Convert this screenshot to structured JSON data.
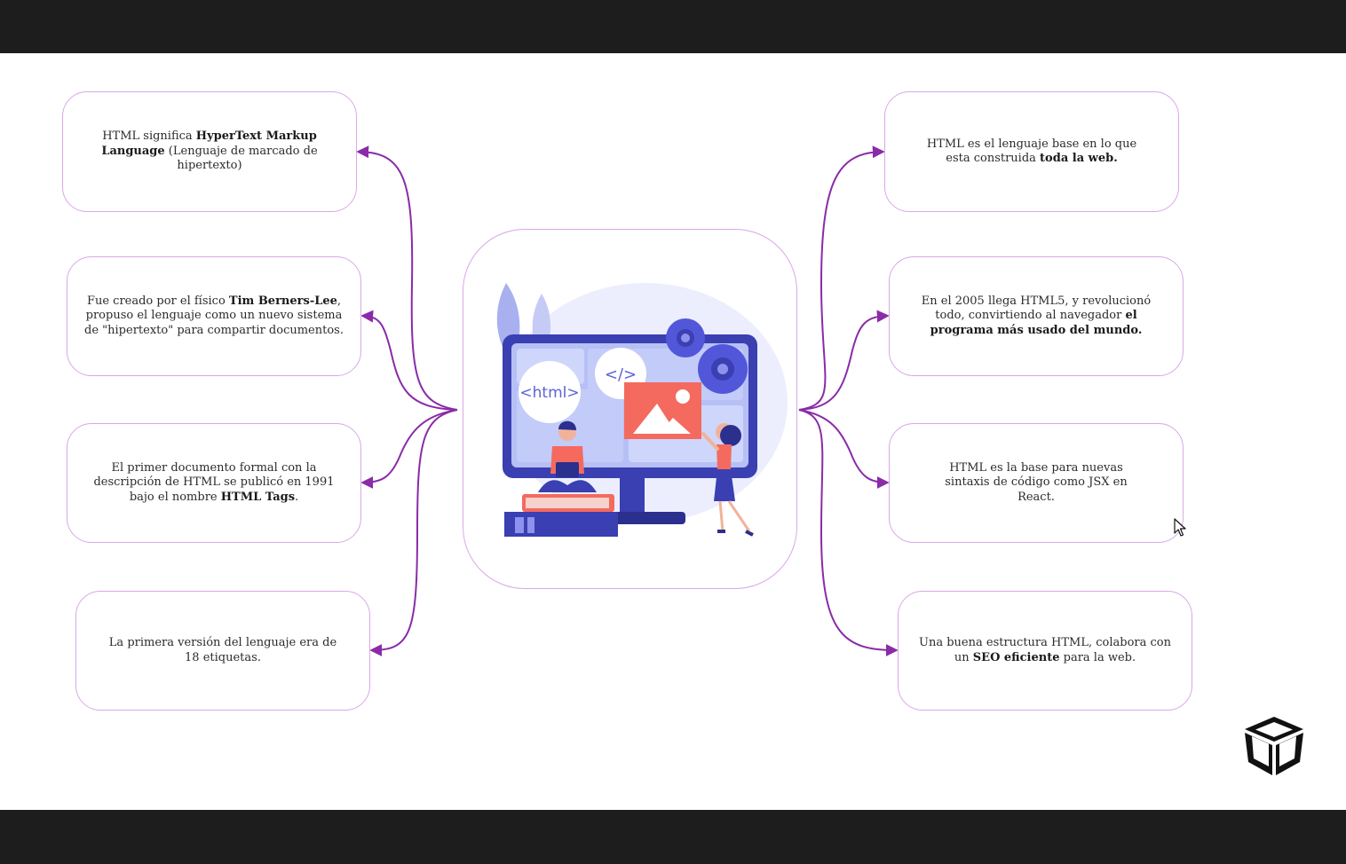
{
  "colors": {
    "connector": "#8a2ba8",
    "card_border": "#d9a8e6",
    "frame": "#1d1d1d",
    "illustration_blue": "#4f53d6",
    "illustration_coral": "#f46a5e"
  },
  "illustration": {
    "html_tag": "<html>",
    "code_tag": "</>"
  },
  "left_cards": [
    {
      "segments": [
        {
          "t": "HTML significa ",
          "b": false
        },
        {
          "t": "HyperText Markup Language",
          "b": true
        },
        {
          "t": " (Lenguaje de marcado de hipertexto)",
          "b": false
        }
      ]
    },
    {
      "segments": [
        {
          "t": "Fue creado por el físico ",
          "b": false
        },
        {
          "t": "Tim Berners-Lee",
          "b": true
        },
        {
          "t": ", propuso el lenguaje como un nuevo sistema de \"hipertexto\" para compartir documentos.",
          "b": false
        }
      ]
    },
    {
      "segments": [
        {
          "t": "El primer documento formal con la descripción de HTML se publicó en 1991 bajo el nombre ",
          "b": false
        },
        {
          "t": "HTML Tags",
          "b": true
        },
        {
          "t": ".",
          "b": false
        }
      ]
    },
    {
      "segments": [
        {
          "t": "La primera versión del lenguaje era de 18 etiquetas.",
          "b": false
        }
      ]
    }
  ],
  "right_cards": [
    {
      "segments": [
        {
          "t": "HTML es el lenguaje base en lo que esta construida ",
          "b": false
        },
        {
          "t": "toda la web.",
          "b": true
        }
      ]
    },
    {
      "segments": [
        {
          "t": "En el 2005 llega HTML5, y revolucionó todo, convirtiendo al navegador ",
          "b": false
        },
        {
          "t": "el programa más usado del mundo.",
          "b": true
        }
      ]
    },
    {
      "segments": [
        {
          "t": "HTML es la base para nuevas sintaxis de código como JSX en React.",
          "b": false
        }
      ]
    },
    {
      "segments": [
        {
          "t": "Una buena estructura HTML, colabora con un ",
          "b": false
        },
        {
          "t": "SEO eficiente",
          "b": true
        },
        {
          "t": " para la web.",
          "b": false
        }
      ]
    }
  ],
  "icons": {
    "logo": "cube-logo-icon",
    "cursor": "mouse-pointer-icon"
  }
}
